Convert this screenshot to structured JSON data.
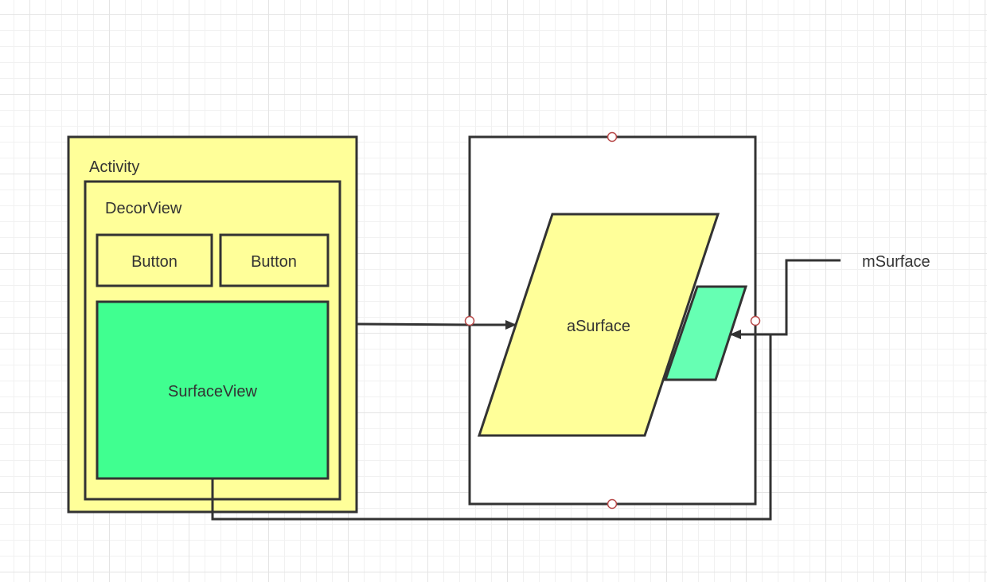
{
  "labels": {
    "activity": "Activity",
    "decor_view": "DecorView",
    "button_left": "Button",
    "button_right": "Button",
    "surface_view": "SurfaceView",
    "a_surface": "aSurface",
    "m_surface": "mSurface"
  },
  "colors": {
    "activity_fill": "#ffff99",
    "surface_view_fill": "#40ff90",
    "a_surface_fill": "#ffff99",
    "m_surface_fill": "#66ffb3",
    "stroke": "#333333",
    "connection_point": "#b84a4a"
  }
}
